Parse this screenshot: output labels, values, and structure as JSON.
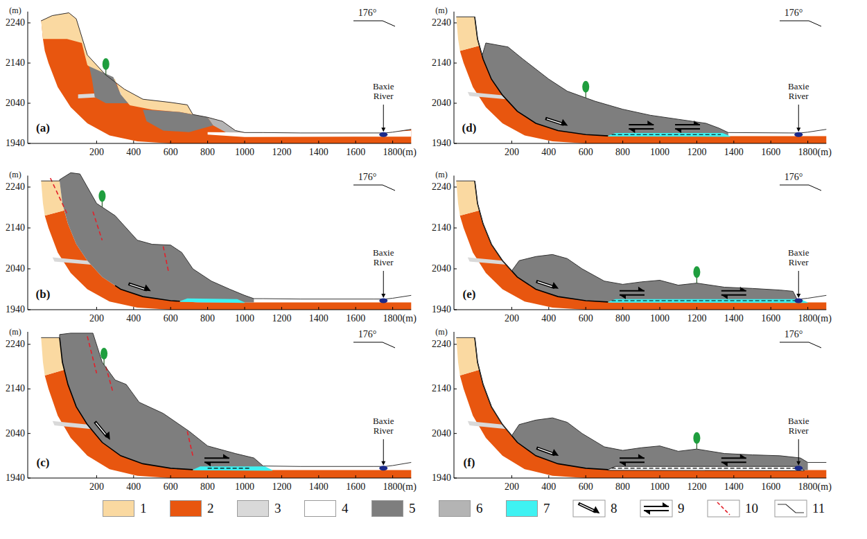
{
  "diagram": {
    "labels": [
      "(m)",
      "2240",
      "2140",
      "2040",
      "1940",
      "200",
      "400",
      "600",
      "800",
      "1000",
      "1200",
      "1400",
      "1600",
      "1800(m)",
      "(a)",
      "176°",
      "Baxie River",
      "(m)",
      "2240",
      "2140",
      "2040",
      "1940",
      "200",
      "400",
      "600",
      "800",
      "1000",
      "1200",
      "1400",
      "1600",
      "1800(m)",
      "(b)",
      "176°",
      "Baxie River",
      "(m)",
      "2240",
      "2140",
      "2040",
      "1940",
      "200",
      "400",
      "600",
      "800",
      "1000",
      "1200",
      "1400",
      "1600",
      "1800(m)",
      "(c)",
      "176°",
      "Baxie River",
      "(m)",
      "2240",
      "2140",
      "2040",
      "1940",
      "200",
      "400",
      "600",
      "800",
      "1000",
      "1200",
      "1400",
      "1600",
      "1800(m)",
      "(d)",
      "176°",
      "Baxie River",
      "(m)",
      "2240",
      "2140",
      "2040",
      "1940",
      "200",
      "400",
      "600",
      "800",
      "1000",
      "1200",
      "1400",
      "1600",
      "1800(m)",
      "(e)",
      "176°",
      "Baxie River",
      "(m)",
      "2240",
      "2140",
      "2040",
      "1940",
      "200",
      "400",
      "600",
      "800",
      "1000",
      "1200",
      "1400",
      "1600",
      "1800(m)",
      "(f)",
      "176°",
      "Baxie River"
    ],
    "legend": [
      {
        "text": "1",
        "color": "#FAD9A1"
      },
      {
        "text": "2",
        "color": "#E8560F"
      },
      {
        "text": "3",
        "color": "#D9D9D9"
      },
      {
        "text": "4",
        "color": "#FFFFFF"
      },
      {
        "text": "5",
        "color": "#7E7E7E"
      },
      {
        "text": "6",
        "color": "#B4B4B4"
      },
      {
        "text": "7",
        "color": "#3FF2F2"
      },
      {
        "text": "8"
      },
      {
        "text": "9"
      },
      {
        "text": "10"
      },
      {
        "text": "11"
      }
    ]
  }
}
